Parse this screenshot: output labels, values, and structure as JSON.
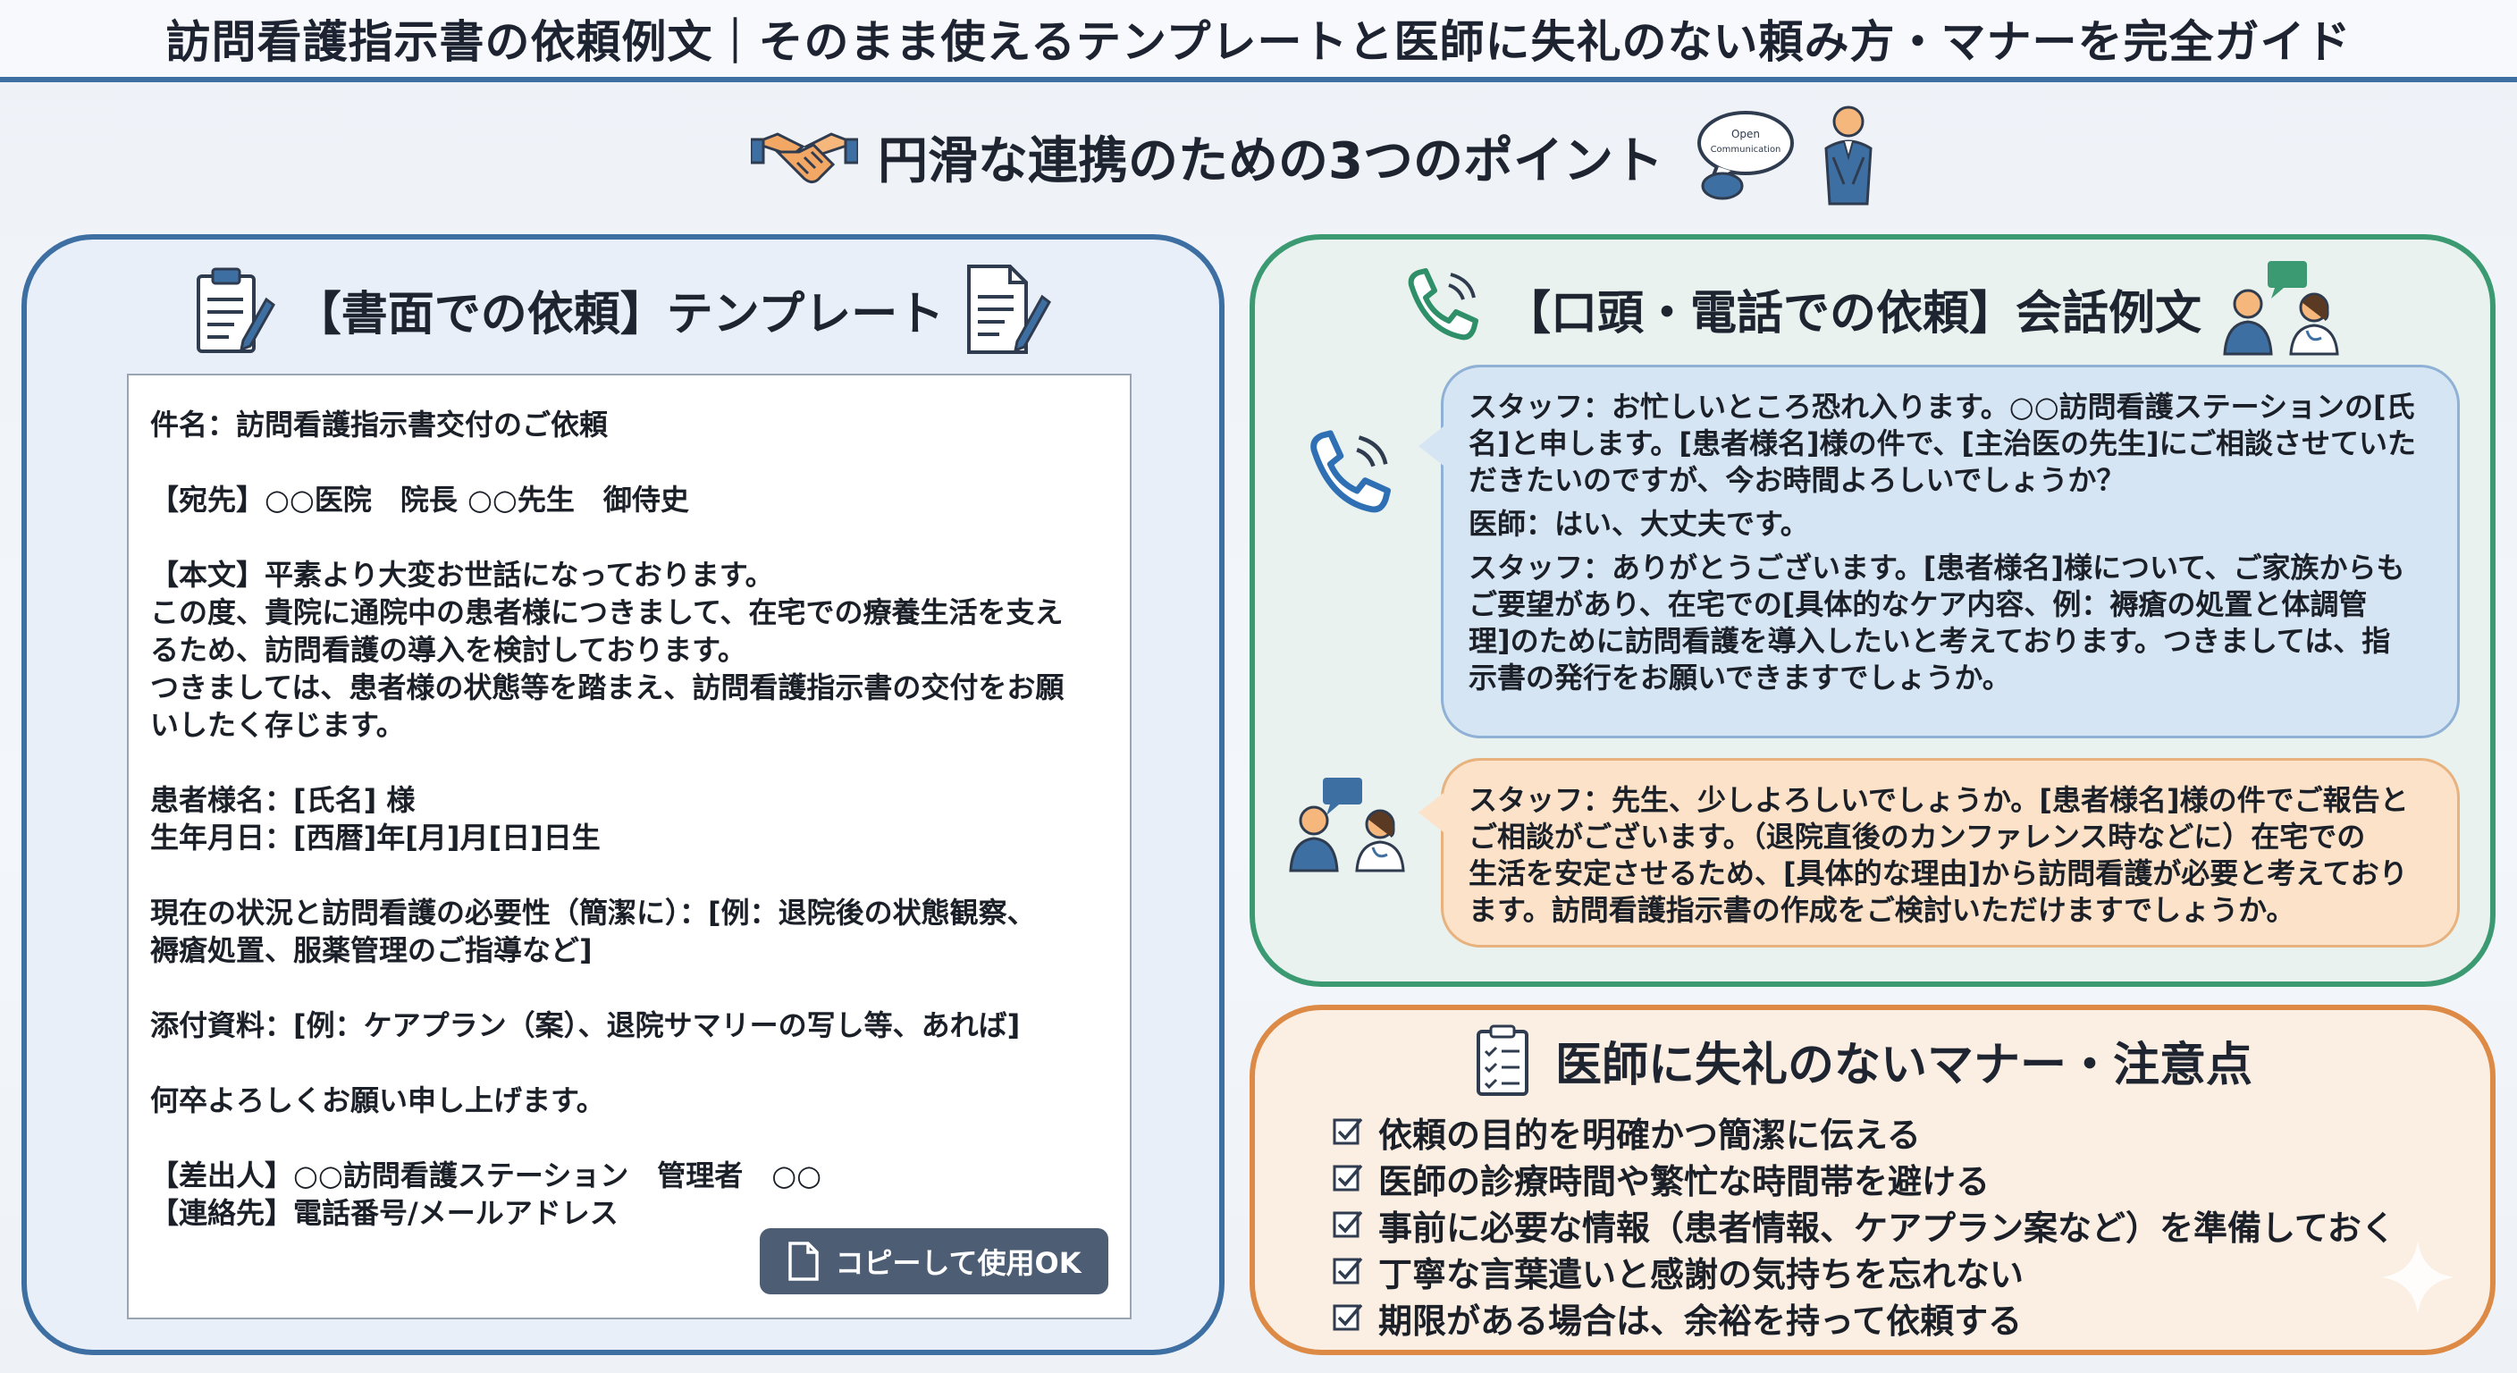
{
  "header": {
    "title": "訪問看護指示書の依頼例文｜そのまま使えるテンプレートと医師に失礼のない頼み方・マナーを完全ガイド"
  },
  "subtitle": {
    "text": "円滑な連携のための3つのポイント",
    "bubble_text_1": "Open",
    "bubble_text_2": "Communication"
  },
  "written_template": {
    "title": "【書面での依頼】テンプレート",
    "lines": [
      "件名：訪問看護指示書交付のご依頼",
      "",
      "【宛先】○○医院　院長 ○○先生　御侍史",
      "",
      "【本文】平素より大変お世話になっております。",
      "この度、貴院に通院中の患者様につきまして、在宅での療養生活を支え",
      "るため、訪問看護の導入を検討しております。",
      "つきましては、患者様の状態等を踏まえ、訪問看護指示書の交付をお願",
      "いしたく存じます。",
      "",
      "患者様名：[氏名] 様",
      "生年月日：[西暦]年[月]月[日]日生",
      "",
      "現在の状況と訪問看護の必要性（簡潔に）：[例：退院後の状態観察、",
      "褥瘡処置、服薬管理のご指導など]",
      "",
      "添付資料：[例：ケアプラン（案）、退院サマリーの写し等、あれば]",
      "",
      "何卒よろしくお願い申し上げます。",
      "",
      "【差出人】○○訪問看護ステーション　管理者　○○",
      "【連絡先】電話番号/メールアドレス"
    ],
    "copy_button": "コピーして使用OK"
  },
  "phone_examples": {
    "title": "【口頭・電話での依頼】会話例文",
    "phone_dialog": [
      "スタッフ：お忙しいところ恐れ入ります。○○訪問看護ステーションの[氏",
      "名]と申します。[患者様名]様の件で、[主治医の先生]にご相談させていた",
      "だきたいのですが、今お時間よろしいでしょうか？",
      "医師：はい、大丈夫です。",
      "スタッフ：ありがとうございます。[患者様名]様について、ご家族からも",
      "ご要望があり、在宅での[具体的なケア内容、例：褥瘡の処置と体調管",
      "理]のために訪問看護を導入したいと考えております。つきましては、指",
      "示書の発行をお願いできますでしょうか。"
    ],
    "in_person_dialog": [
      "スタッフ：先生、少しよろしいでしょうか。[患者様名]様の件でご報告と",
      "ご相談がございます。（退院直後のカンファレンス時などに）在宅での",
      "生活を安定させるため、[具体的な理由]から訪問看護が必要と考えており",
      "ます。訪問看護指示書の作成をご検討いただけますでしょうか。"
    ]
  },
  "manners": {
    "title": "医師に失礼のないマナー・注意点",
    "items": [
      "依頼の目的を明確かつ簡潔に伝える",
      "医師の診療時間や繁忙な時間帯を避ける",
      "事前に必要な情報（患者情報、ケアプラン案など）を準備しておく",
      "丁寧な言葉遣いと感謝の気持ちを忘れない",
      "期限がある場合は、余裕を持って依頼する"
    ]
  },
  "colors": {
    "blue_accent": "#3e6fa3",
    "green_accent": "#3c9a72",
    "orange_accent": "#dc8a45",
    "copy_button_bg": "#4d5d74"
  },
  "icons": {
    "subtitle_left": "handshake-icon",
    "subtitle_right_1": "speech-bubbles-icon",
    "subtitle_right_2": "person-bowing-icon",
    "template_left": "clipboard-pen-icon",
    "template_right": "document-pen-icon",
    "phone_title_left": "phone-icon",
    "phone_title_right": "staff-and-doctor-icon",
    "dialog_1": "phone-icon",
    "dialog_2": "staff-and-doctor-icon",
    "copy": "copy-icon",
    "manner_title": "checklist-icon",
    "manner_item": "checkbox-icon"
  }
}
